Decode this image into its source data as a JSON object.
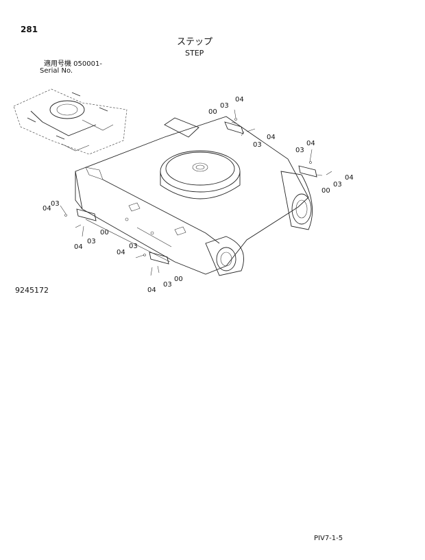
{
  "header": {
    "page_number": "281",
    "title_jp": "ステップ",
    "title_en": "STEP",
    "serial_label_jp": "適用号機  050001-",
    "serial_label_en": "Serial No."
  },
  "drawing_number": "9245172",
  "footer_code": "PIV7-1-5",
  "callouts": {
    "ur_04a": "04",
    "ur_03a": "03",
    "ur_00": "00",
    "ur_04b": "04",
    "ur_03b": "03",
    "r_04a": "04",
    "r_03a": "03",
    "r_00": "00",
    "r_04b": "04",
    "r_03b": "03",
    "l_04a": "04",
    "l_03a": "03",
    "l_00": "00",
    "l_03b": "03",
    "l_04b": "04",
    "b_04a": "04",
    "b_03a": "03",
    "b_00": "00",
    "b_03b": "03",
    "b_04b": "04"
  }
}
